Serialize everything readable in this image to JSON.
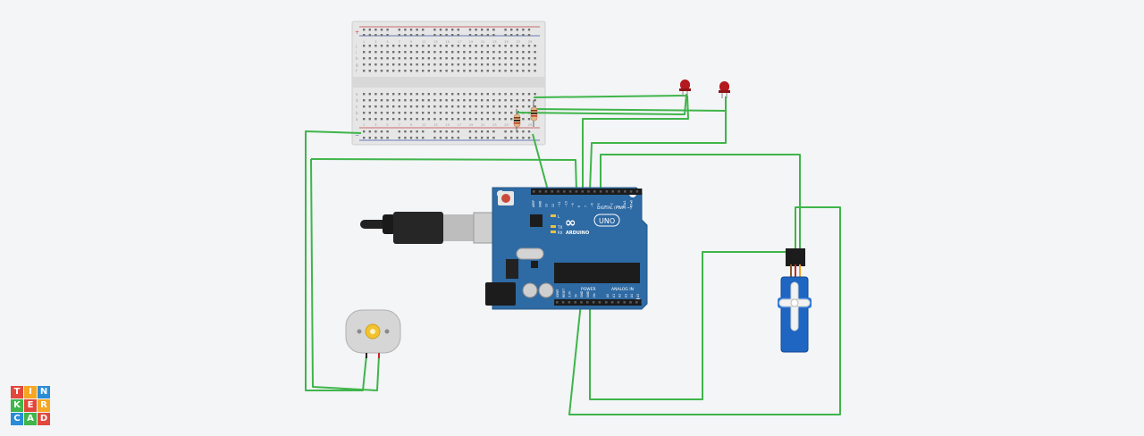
{
  "board": {
    "logo_mark": "∞",
    "model": "UNO",
    "brand": "ARDUINO",
    "digital_label": "DIGITAL (PWM ~)",
    "power_label": "POWER",
    "analog_label": "ANALOG IN",
    "tx_label": "TX",
    "rx_label": "RX",
    "l_label": "L",
    "digital_pins": [
      "AREF",
      "GND",
      "13",
      "12",
      "~11",
      "~10",
      "~9",
      "8",
      "7",
      "~6",
      "~5",
      "4",
      "~3",
      "2",
      "TX▸1",
      "RX◂0"
    ],
    "power_pins": [
      "IOREF",
      "RESET",
      "3.3V",
      "5V",
      "GND",
      "GND",
      "Vin"
    ],
    "analog_pins": [
      "A0",
      "A1",
      "A2",
      "A3",
      "A4",
      "A5"
    ]
  },
  "breadboard": {
    "col_numbers": [
      "1",
      "3",
      "5",
      "7",
      "9",
      "11",
      "13",
      "15",
      "17",
      "19",
      "21",
      "23",
      "25",
      "27",
      "29"
    ],
    "row_letters_top": [
      "j",
      "i",
      "h",
      "g",
      "f"
    ],
    "row_letters_bottom": [
      "e",
      "d",
      "c",
      "b",
      "a"
    ],
    "rail_plus": "+",
    "rail_minus": "−"
  },
  "logo": {
    "letters": [
      "T",
      "I",
      "N",
      "K",
      "E",
      "R",
      "C",
      "A",
      "D"
    ]
  },
  "colors": {
    "background": "#f3f5f7",
    "wire": "#3fb54a",
    "board": "#2e6aa4",
    "led": "#b3191f",
    "servo": "#1f66c2",
    "logo": [
      "#e2473c",
      "#f5a623",
      "#2a8cd6",
      "#3fb54a",
      "#e2473c",
      "#f5a623",
      "#2a8cd6",
      "#3fb54a",
      "#e2473c"
    ]
  }
}
